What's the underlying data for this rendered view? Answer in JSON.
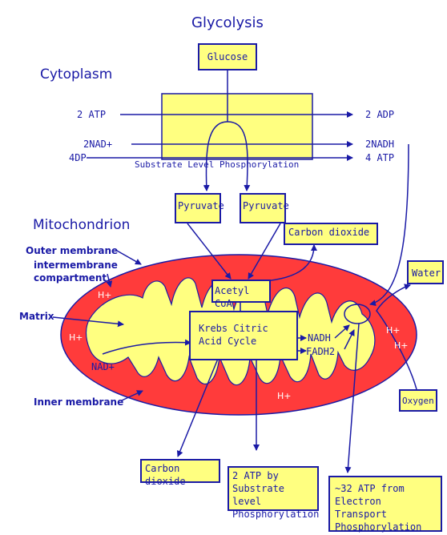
{
  "title": "Glycolysis",
  "regions": {
    "cytoplasm": "Cytoplasm",
    "mitochondrion": "Mitochondrion"
  },
  "boxes": {
    "glucose": "Glucose",
    "pyruvate_left": "Pyruvate",
    "pyruvate_right": "Pyruvate",
    "carbon_dioxide_top": "Carbon dioxide",
    "acetyl_coa": "Acetyl CoA",
    "krebs": [
      "Krebs Citric",
      "Acid Cycle"
    ],
    "water": "Water",
    "oxygen": "Oxygen",
    "carbon_dioxide_bottom": "Carbon dioxide",
    "substrate_atp": [
      "2 ATP by",
      "Substrate level",
      "Phosphorylation"
    ],
    "electron_atp": [
      "~32 ATP from",
      "Electron Transport",
      "Phosphorylation"
    ]
  },
  "glycolysis_inputs": [
    "2  ATP",
    "2NAD+",
    "4DP"
  ],
  "glycolysis_outputs": [
    "2 ADP",
    "2NADH",
    "4 ATP"
  ],
  "substrate_label": "Substrate Level Phosphorylation",
  "membrane_labels": {
    "outer": "Outer membrane",
    "intermembrane": [
      "intermembrane",
      "compartment"
    ],
    "matrix": "Matrix",
    "inner": "Inner membrane"
  },
  "matrix_labels": {
    "nad": "NAD+",
    "nadh": "NADH",
    "fadh2": "FADH2"
  },
  "protons": [
    "H+",
    "H+",
    "H+",
    "H+",
    "H+"
  ],
  "colors": {
    "line": "#1a1aa6",
    "membrane": "#ff3b3b",
    "matrix": "#ffff80",
    "box": "#ffff80"
  }
}
